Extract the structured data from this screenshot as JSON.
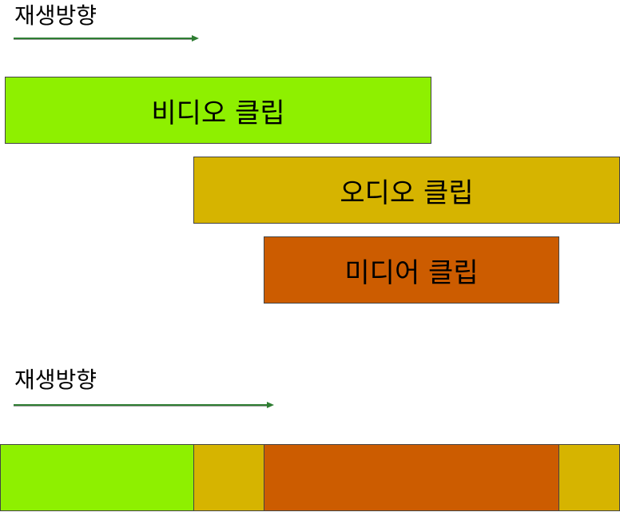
{
  "top_section": {
    "direction_label": "재생방향"
  },
  "clips": [
    {
      "label": "비디오 클립",
      "color": "#8ef000"
    },
    {
      "label": "오디오 클립",
      "color": "#d6b400"
    },
    {
      "label": "미디어 클립",
      "color": "#cc5c00"
    }
  ],
  "bottom_section": {
    "direction_label": "재생방향",
    "segments": [
      {
        "name": "video",
        "color": "#8ef000"
      },
      {
        "name": "audio",
        "color": "#d6b400"
      },
      {
        "name": "media",
        "color": "#cc5c00"
      },
      {
        "name": "audio",
        "color": "#d6b400"
      }
    ]
  },
  "colors": {
    "arrow": "#2e7d32"
  }
}
